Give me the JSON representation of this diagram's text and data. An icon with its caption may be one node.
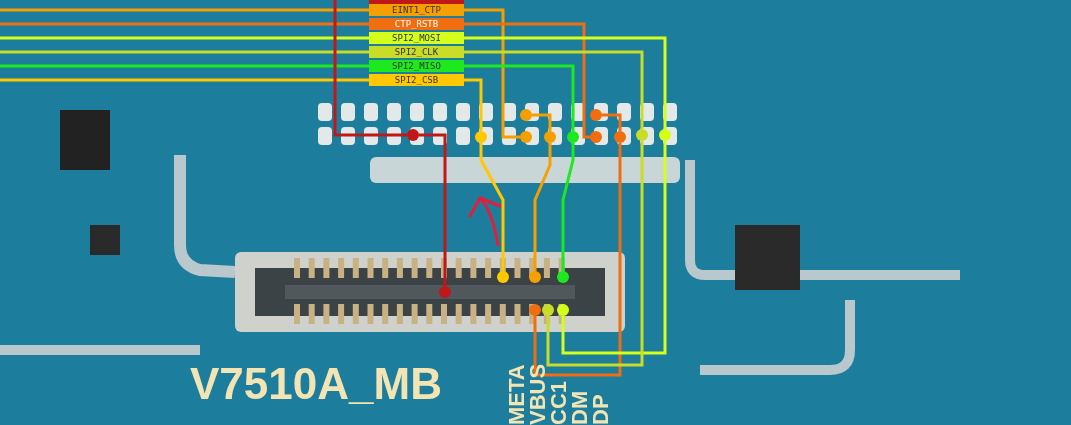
{
  "diagram": {
    "nodes": [
      {
        "text": [],
        "shape": "bar"
      },
      {
        "text": [
          "EINT1_CTP"
        ]
      },
      {
        "text": [
          "CTP_RSTB"
        ]
      },
      {
        "text": [
          "SPI2_MOSI"
        ]
      },
      {
        "text": [
          "SPI2_CLK"
        ]
      },
      {
        "text": [
          "SPI2_MISO"
        ]
      },
      {
        "text": [
          "SPI2_CSB"
        ]
      },
      {
        "text": [],
        "shape": "circle"
      },
      {
        "text": [],
        "shape": "circle"
      },
      {
        "text": [],
        "shape": "circle"
      },
      {
        "text": [],
        "shape": "circle"
      },
      {
        "text": [],
        "shape": "circle"
      },
      {
        "text": [],
        "shape": "circle"
      },
      {
        "text": [],
        "shape": "circle"
      },
      {
        "text": [],
        "shape": "circle"
      },
      {
        "text": [],
        "shape": "circle"
      },
      {
        "text": [],
        "shape": "circle"
      },
      {
        "text": [],
        "shape": "circle"
      },
      {
        "text": [],
        "shape": "circle"
      },
      {
        "text": [],
        "shape": "circle"
      },
      {
        "text": [],
        "shape": "circle"
      },
      {
        "text": [],
        "shape": "circle"
      },
      {
        "text": [],
        "shape": "circle"
      },
      {
        "text": [],
        "shape": "circle"
      },
      {
        "text": [],
        "shape": "circle"
      }
    ],
    "edges": [
      {
        "from": null,
        "to": 1,
        "arrow": "none",
        "color": "#f5a000"
      },
      {
        "from": null,
        "to": 2,
        "arrow": "none",
        "color": "#f06e10"
      },
      {
        "from": null,
        "to": 3,
        "arrow": "none",
        "color": "#d4ff1a"
      },
      {
        "from": null,
        "to": 4,
        "arrow": "none",
        "color": "#c8dc28"
      },
      {
        "from": null,
        "to": 5,
        "arrow": "none",
        "color": "#1ee81e"
      },
      {
        "from": null,
        "to": 6,
        "arrow": "none",
        "color": "#ffc800"
      },
      {
        "from": null,
        "to": 9,
        "arrow": "none",
        "color": "#c01818"
      },
      {
        "from": 9,
        "to": 18,
        "arrow": "none",
        "color": "#c01818"
      },
      {
        "from": 1,
        "to": 11,
        "arrow": "none",
        "color": "#f5a000"
      },
      {
        "from": 7,
        "to": 12,
        "arrow": "none",
        "color": "#f5a000"
      },
      {
        "from": 12,
        "to": 20,
        "arrow": "none",
        "color": "#f5a000"
      },
      {
        "from": 2,
        "to": 14,
        "arrow": "none",
        "color": "#f06e10"
      },
      {
        "from": 8,
        "to": 15,
        "arrow": "none",
        "color": "#f06e10"
      },
      {
        "from": 15,
        "to": 22,
        "arrow": "none",
        "color": "#f06e10"
      },
      {
        "from": 3,
        "to": 17,
        "arrow": "none",
        "color": "#d4ff1a"
      },
      {
        "from": 17,
        "to": 24,
        "arrow": "none",
        "color": "#d4ff1a"
      },
      {
        "from": 4,
        "to": 16,
        "arrow": "none",
        "color": "#c8dc28"
      },
      {
        "from": 16,
        "to": 23,
        "arrow": "none",
        "color": "#c8dc28"
      },
      {
        "from": 5,
        "to": 13,
        "arrow": "none",
        "color": "#1ee81e"
      },
      {
        "from": 13,
        "to": 21,
        "arrow": "none",
        "color": "#1ee81e"
      },
      {
        "from": 6,
        "to": 10,
        "arrow": "none",
        "color": "#ffc800"
      },
      {
        "from": 10,
        "to": 19,
        "arrow": "none",
        "color": "#ffc800"
      }
    ],
    "labels": [
      "V7510A_MB",
      "META",
      "VBUS",
      "CC1",
      "DM",
      "DP"
    ]
  }
}
